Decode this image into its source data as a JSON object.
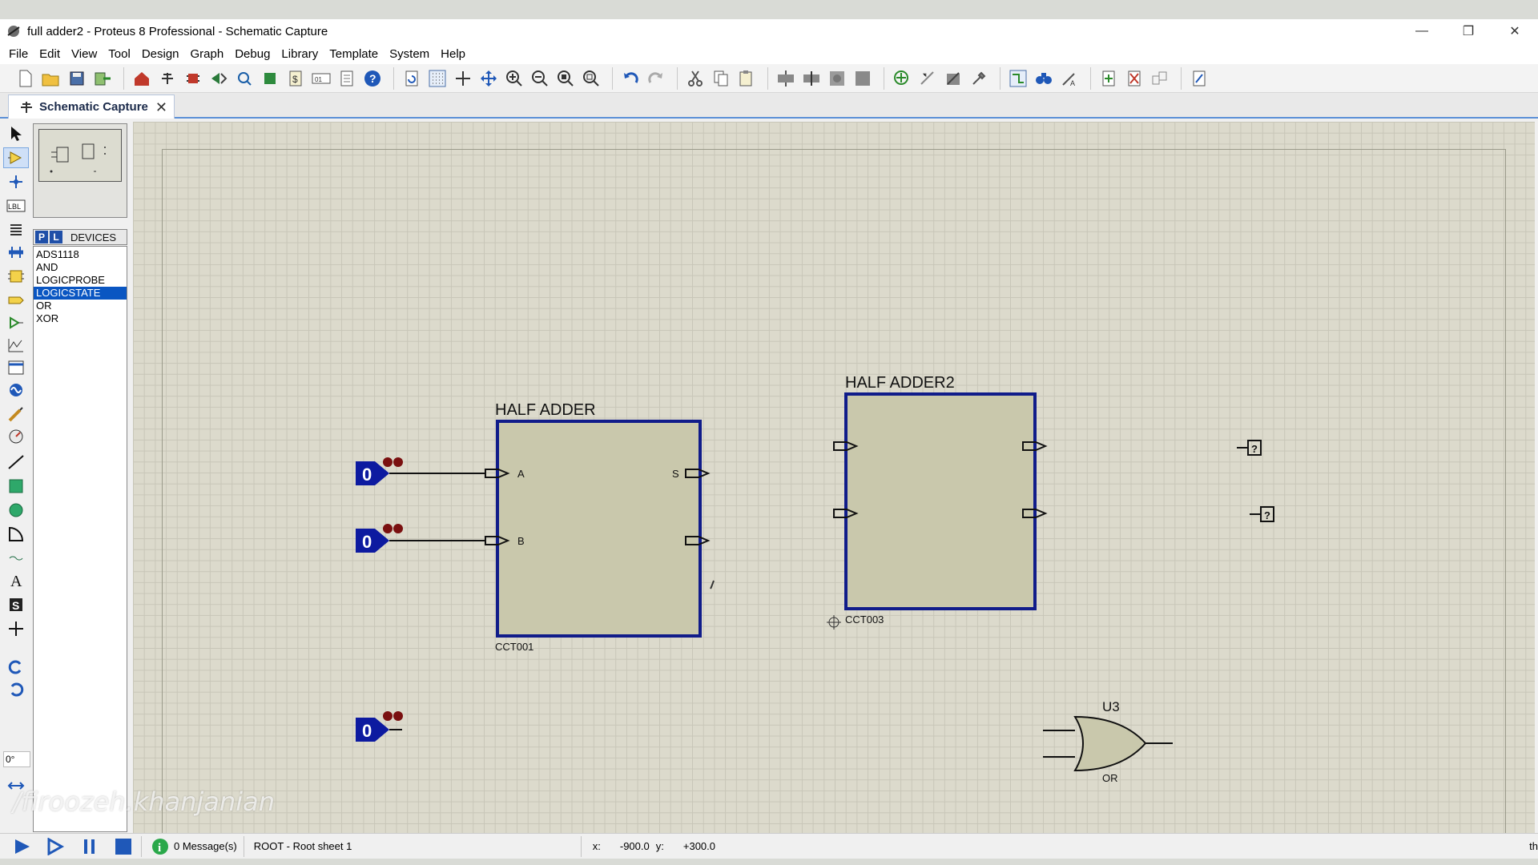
{
  "window": {
    "title": "full adder2 - Proteus 8 Professional - Schematic Capture",
    "controls": [
      "minimize",
      "restore",
      "close"
    ]
  },
  "menu": [
    "File",
    "Edit",
    "View",
    "Tool",
    "Design",
    "Graph",
    "Debug",
    "Library",
    "Template",
    "System",
    "Help"
  ],
  "tab": {
    "label": "Schematic Capture"
  },
  "devices": {
    "header_p": "P",
    "header_l": "L",
    "title": "DEVICES",
    "items": [
      "ADS1118",
      "AND",
      "LOGICPROBE",
      "LOGICSTATE",
      "OR",
      "XOR"
    ],
    "selected_index": 3
  },
  "rotation_value": "0°",
  "schematic": {
    "half_adder_1": {
      "title": "HALF ADDER",
      "ref": "CCT001",
      "pin_a": "A",
      "pin_b": "B",
      "pin_s": "S"
    },
    "half_adder_2": {
      "title": "HALF ADDER2",
      "ref": "CCT003"
    },
    "logic_states": [
      {
        "value": "0"
      },
      {
        "value": "0"
      },
      {
        "value": "0"
      }
    ],
    "probe_marks": [
      "?",
      "?"
    ],
    "or_gate": {
      "ref": "U3",
      "type": "OR"
    }
  },
  "status": {
    "messages": "0 Message(s)",
    "sheet": "ROOT - Root sheet 1",
    "x_label": "x:",
    "x_value": "-900.0",
    "y_label": "y:",
    "y_value": "+300.0",
    "edge_text": "th"
  },
  "watermark": "/firoozeh.khanjanian",
  "colors": {
    "accent": "#0a56c2",
    "logicstate": "#0d1aa0",
    "block_border": "#101c8a",
    "block_fill": "#c9c8ac"
  }
}
